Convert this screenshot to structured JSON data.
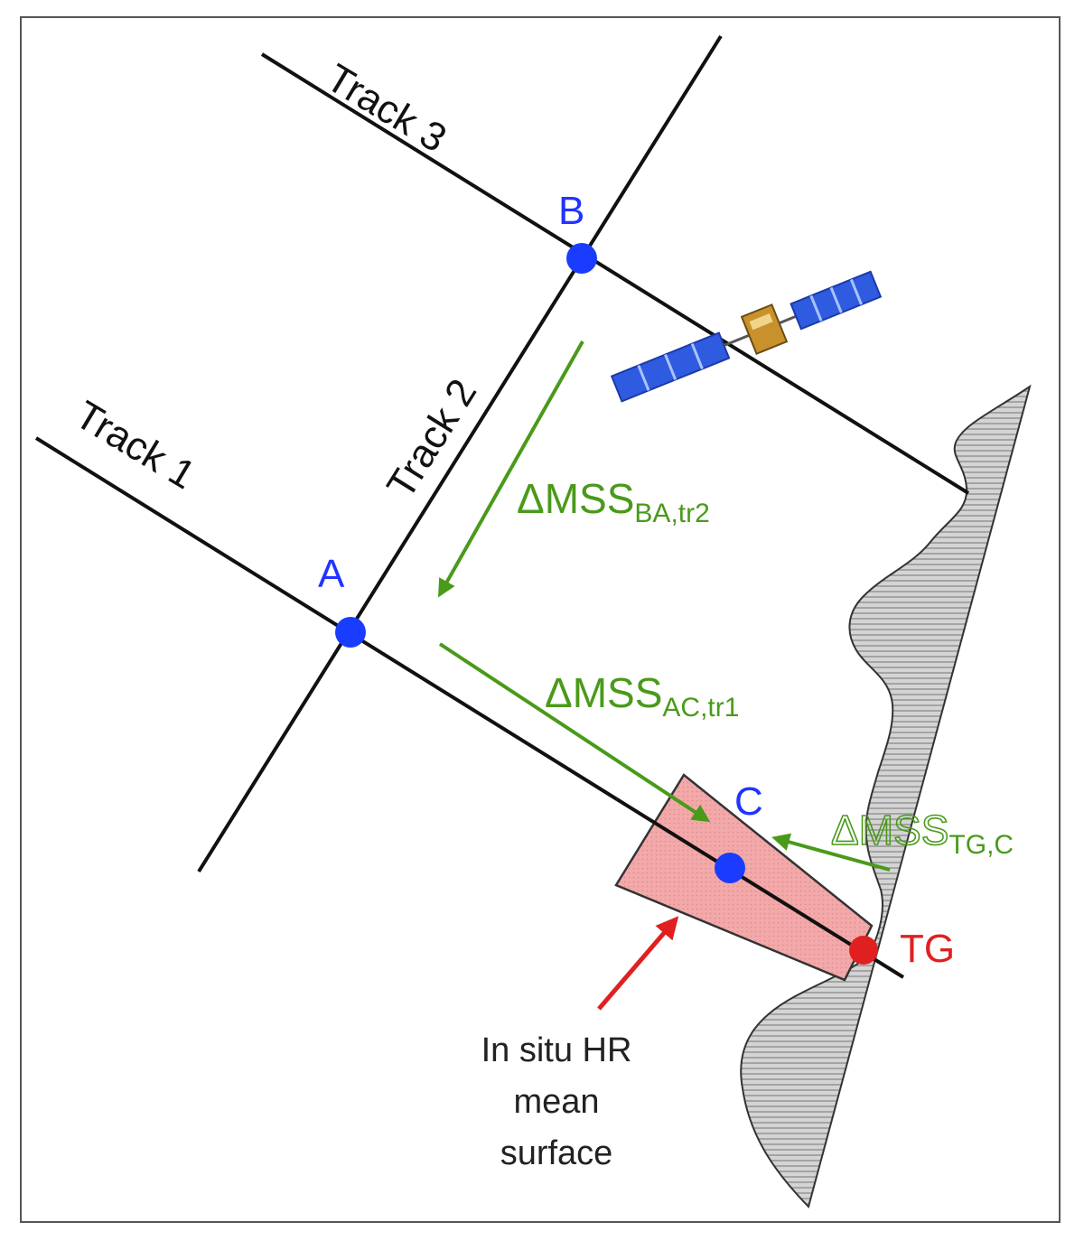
{
  "tracks": {
    "track1": "Track 1",
    "track2": "Track 2",
    "track3": "Track 3"
  },
  "points": {
    "a": "A",
    "b": "B",
    "c": "C",
    "tg": "TG"
  },
  "deltas": {
    "ba": {
      "main": "ΔMSS",
      "sub": "BA,tr2"
    },
    "ac": {
      "main": "ΔMSS",
      "sub": "AC,tr1"
    },
    "tgc": {
      "main": "ΔMSS",
      "sub": "TG,C"
    }
  },
  "caption": {
    "line1": "In situ HR",
    "line2": "mean",
    "line3": "surface"
  },
  "colors": {
    "point_blue": "#1a3cff",
    "tide_gauge_red": "#e02020",
    "delta_green": "#4a9a1a",
    "hr_surface_fill": "#f2a6a6",
    "land_fill": "#bdbdbd"
  }
}
